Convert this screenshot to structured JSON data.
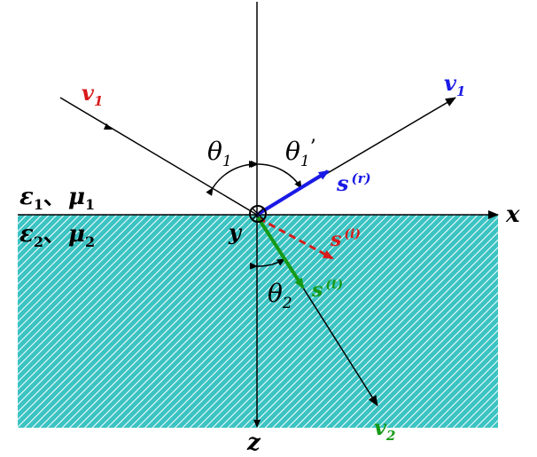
{
  "colors": {
    "medium_fill": "#3cc3c3",
    "hatch": "#ffffff",
    "axis": "#000000",
    "incident": "#d81b1b",
    "reflected": "#1a1ae6",
    "transmitted": "#169a16"
  },
  "labels": {
    "v1_incident": "v",
    "v1_incident_sub": "1",
    "v1_reflected": "v",
    "v1_reflected_sub": "1",
    "v2": "v",
    "v2_sub": "2",
    "theta1": "θ",
    "theta1_sub": "1",
    "theta1_prime": "θ",
    "theta1_prime_sub": "1",
    "theta1_prime_mark": "’",
    "theta2": "θ",
    "theta2_sub": "2",
    "s_reflected": "s",
    "s_reflected_sup": "(r)",
    "s_incident": "s",
    "s_incident_sup": "(i)",
    "s_transmitted": "s",
    "s_transmitted_sup": "(t)",
    "x_axis": "x",
    "z_axis": "z",
    "y_axis": "y",
    "medium1_eps": "ε",
    "medium1_eps_sub": "1",
    "medium1_sep": "、",
    "medium1_mu": "μ",
    "medium1_mu_sub": "1",
    "medium2_eps": "ε",
    "medium2_eps_sub": "2",
    "medium2_sep": "、",
    "medium2_mu": "μ",
    "medium2_mu_sub": "2"
  }
}
